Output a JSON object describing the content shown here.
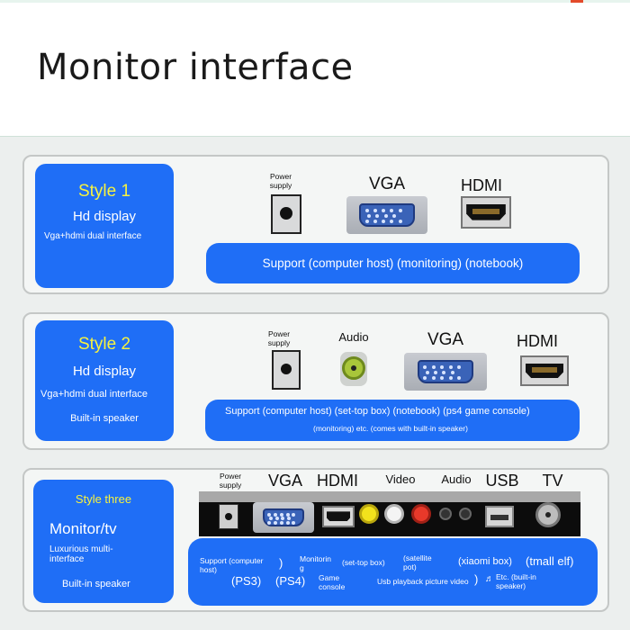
{
  "header": {
    "title": "Monitor interface"
  },
  "style1": {
    "name": "Style 1",
    "line1": "Hd display",
    "line2": "Vga+hdmi dual interface",
    "ports": {
      "power": "Power\nsupply",
      "vga": "VGA",
      "hdmi": "HDMI"
    },
    "support": "Support (computer host) (monitoring) (notebook)"
  },
  "style2": {
    "name": "Style 2",
    "line1": "Hd display",
    "line2": "Vga+hdmi dual interface",
    "line3": "Built-in speaker",
    "ports": {
      "power": "Power\nsupply",
      "audio": "Audio",
      "vga": "VGA",
      "hdmi": "HDMI"
    },
    "support1": "Support (computer host) (set-top box) (notebook) (ps4 game console)",
    "support2": "(monitoring) etc. (comes with built-in speaker)"
  },
  "style3": {
    "name": "Style three",
    "line1": "Monitor/tv",
    "line2": "Luxurious multi-\ninterface",
    "line3": "Built-in speaker",
    "ports": {
      "power": "Power\nsupply",
      "vga": "VGA",
      "hdmi": "HDMI",
      "video": "Video",
      "audio": "Audio",
      "usb": "USB",
      "tv": "TV"
    },
    "support": {
      "computer_host": "Support (computer\nhost)",
      "paren": ")",
      "monitoring": "Monitorin\ng",
      "settop": "(set-top box)",
      "satellite": "(satellite\npot)",
      "xiaomi": "(xiaomi box)",
      "tmall": "(tmall elf)",
      "ps3": "(PS3)",
      "ps4": "(PS4)",
      "game_console": "Game\nconsole",
      "usb_playback": "Usb playback picture video",
      "paren2": ")",
      "etc": "Etc. (built-in\nspeaker)"
    }
  },
  "colors": {
    "blue": "#1f6ef6",
    "yellow": "#f7f23f",
    "panel": "#f4f6f5"
  }
}
